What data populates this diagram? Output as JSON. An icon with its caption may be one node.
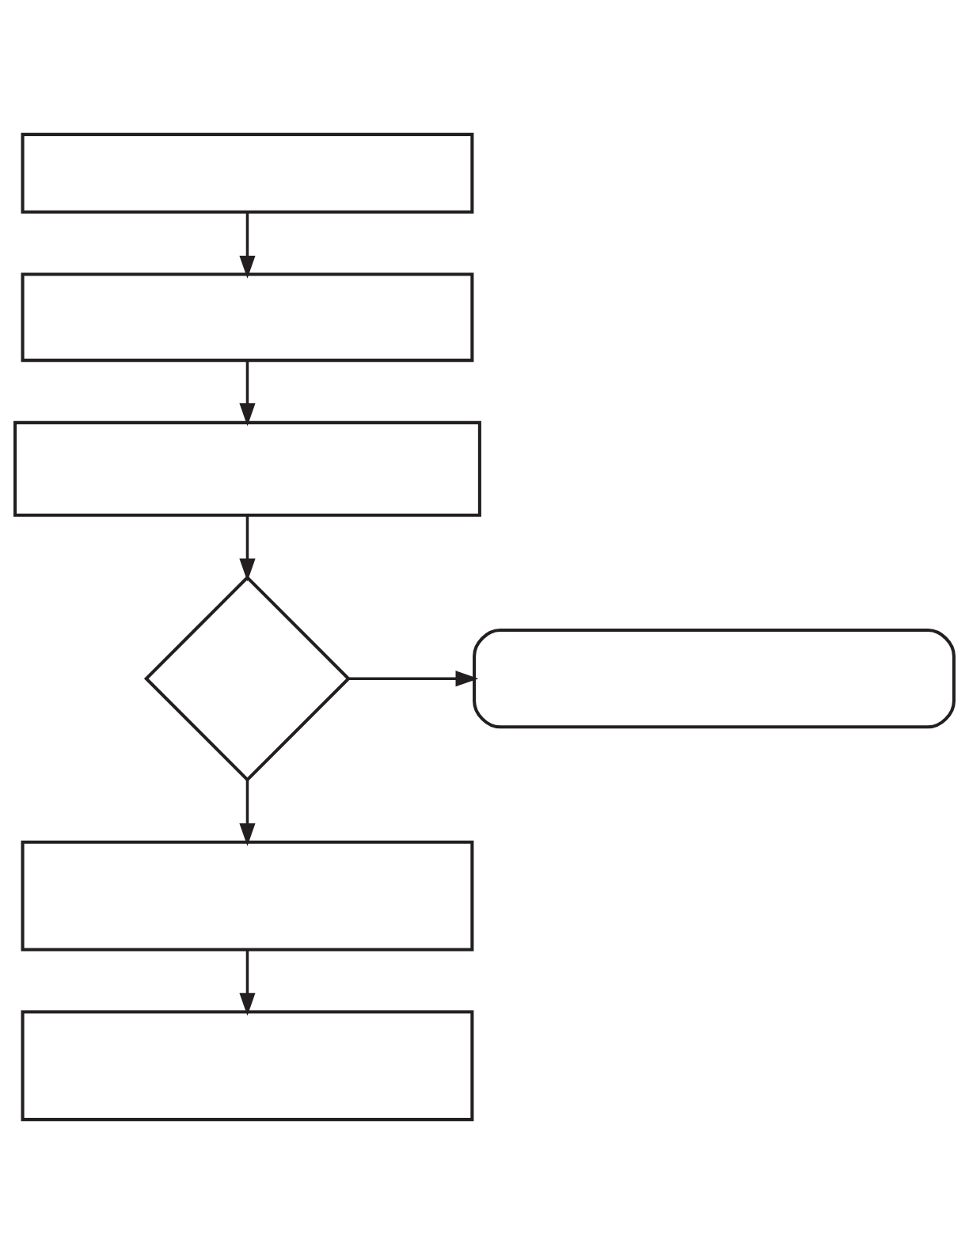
{
  "diagram": {
    "nodes": [
      {
        "text": [],
        "shape": "box"
      },
      {
        "text": [],
        "shape": "box"
      },
      {
        "text": [],
        "shape": "box"
      },
      {
        "text": [],
        "shape": "diamond"
      },
      {
        "text": [],
        "shape": "box"
      },
      {
        "text": [],
        "shape": "box"
      },
      {
        "text": [],
        "shape": "box"
      }
    ],
    "edges": [
      {
        "from": 0,
        "to": 1,
        "arrow": "to"
      },
      {
        "from": 1,
        "to": 2,
        "arrow": "to"
      },
      {
        "from": 2,
        "to": 3,
        "arrow": "to"
      },
      {
        "from": 3,
        "to": 4,
        "arrow": "to"
      },
      {
        "from": 3,
        "to": 5,
        "arrow": "to"
      },
      {
        "from": 5,
        "to": 6,
        "arrow": "to"
      }
    ]
  }
}
